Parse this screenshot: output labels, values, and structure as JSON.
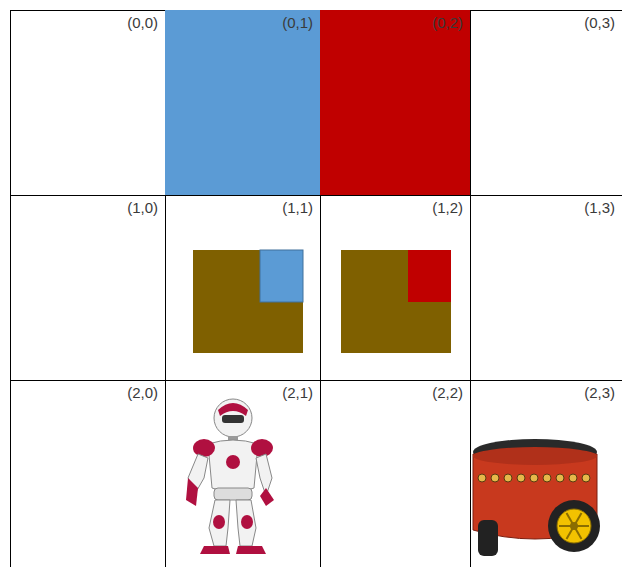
{
  "diagram": {
    "nodes": [
      {
        "text": [
          "(0,0)"
        ]
      },
      {
        "text": [
          "(0,1)"
        ]
      },
      {
        "text": [
          "(0,2)"
        ]
      },
      {
        "text": [
          "(0,3)"
        ]
      },
      {
        "text": [
          "(1,0)"
        ]
      },
      {
        "text": [
          "(1,1)"
        ]
      },
      {
        "text": [
          "(1,2)"
        ]
      },
      {
        "text": [
          "(1,3)"
        ]
      },
      {
        "text": [
          "(2,0)"
        ]
      },
      {
        "text": [
          "(2,1)"
        ]
      },
      {
        "text": [
          "(2,2)"
        ]
      },
      {
        "text": [
          "(2,3)"
        ]
      }
    ]
  }
}
